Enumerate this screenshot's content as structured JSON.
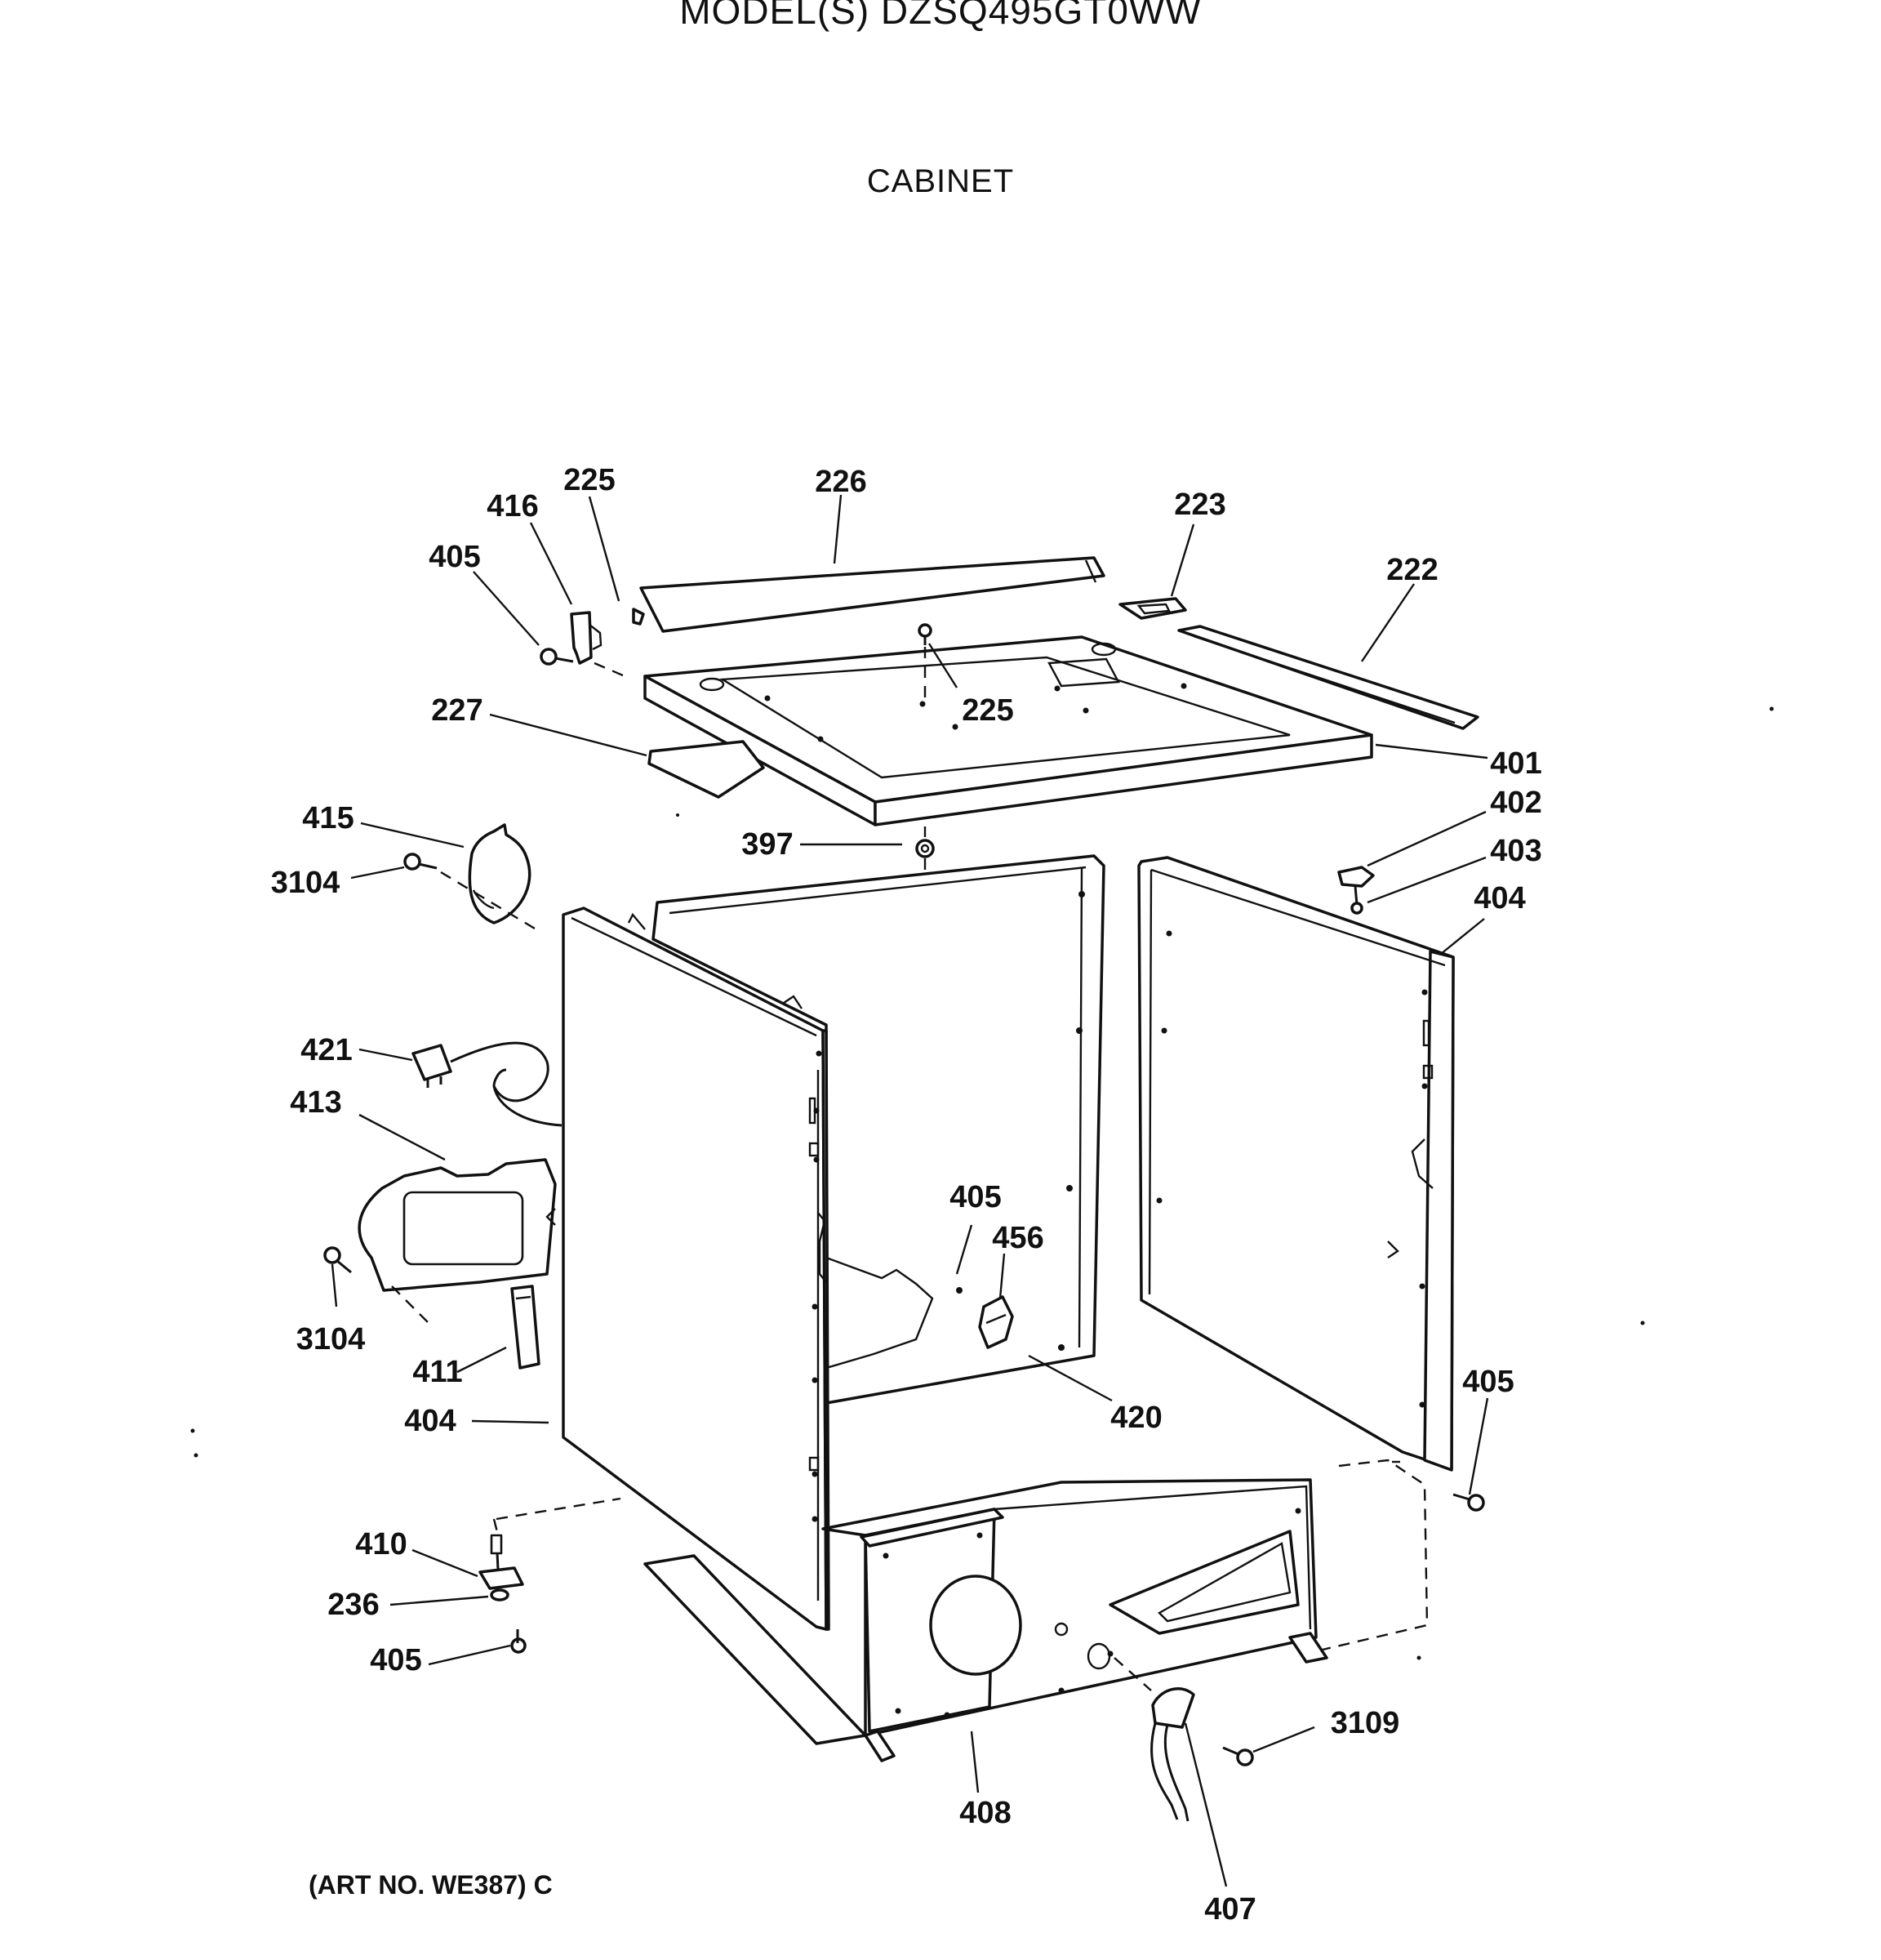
{
  "header": {
    "model": "MODEL(S) DZSQ495GT0WW",
    "section": "CABINET"
  },
  "footer": {
    "art_number": "(ART NO. WE387) C"
  },
  "callouts": [
    "226",
    "225",
    "416",
    "405",
    "223",
    "222",
    "227",
    "225",
    "401",
    "415",
    "397",
    "402",
    "3104",
    "403",
    "404",
    "421",
    "413",
    "405",
    "456",
    "3104",
    "411",
    "405",
    "404",
    "420",
    "410",
    "236",
    "405",
    "3109",
    "408",
    "407"
  ]
}
